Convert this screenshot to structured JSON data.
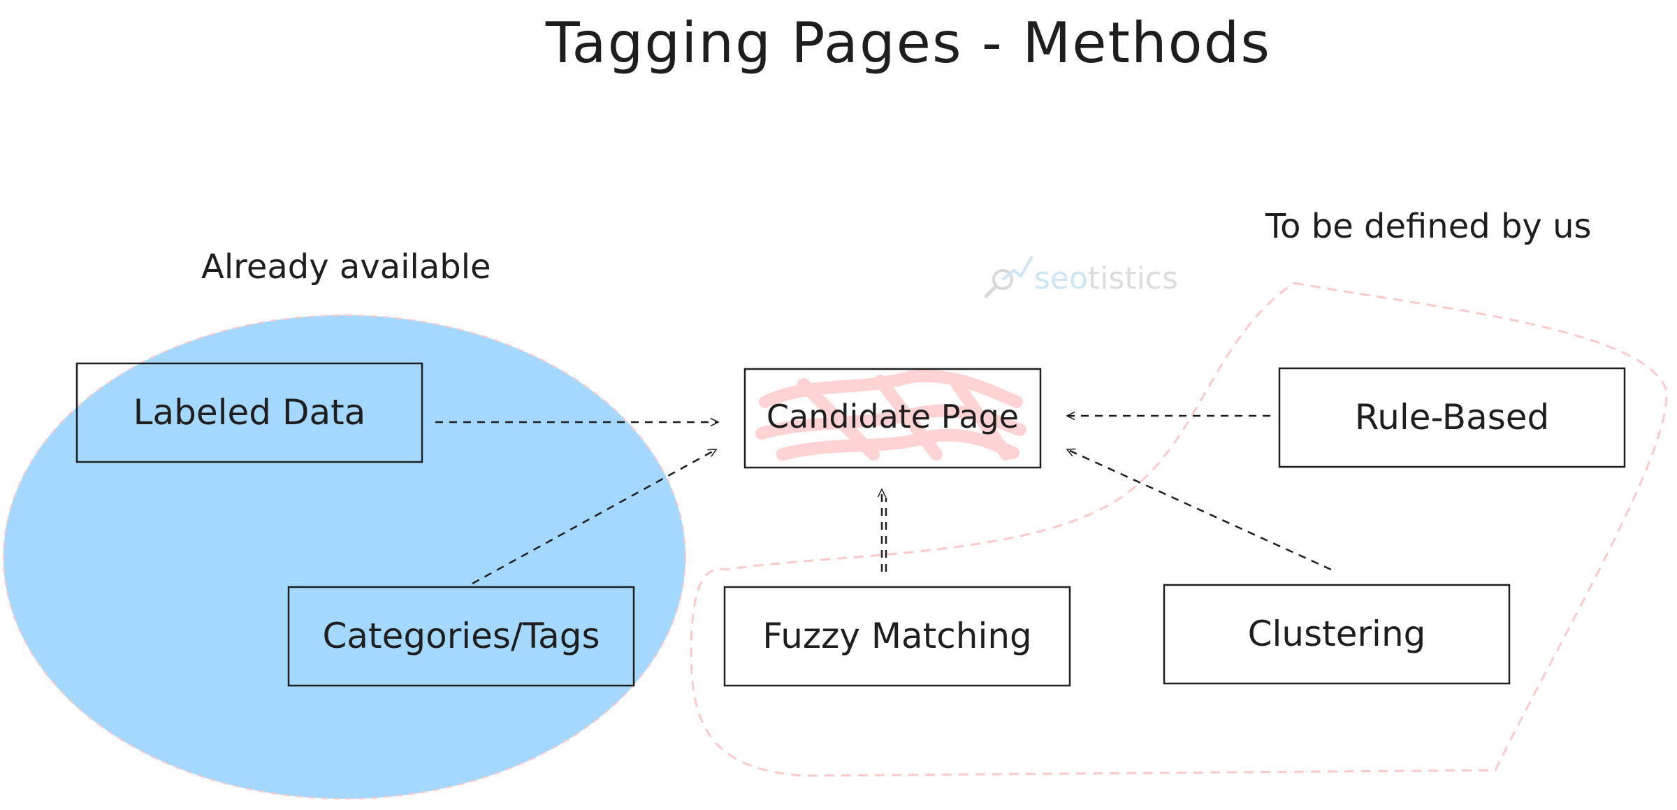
{
  "title": "Tagging Pages - Methods",
  "sections": {
    "available": "Already available",
    "to_define": "To be defined by us"
  },
  "boxes": {
    "labeled_data": "Labeled Data",
    "categories_tags": "Categories/Tags",
    "candidate_page": "Candidate Page",
    "rule_based": "Rule-Based",
    "fuzzy_matching": "Fuzzy Matching",
    "clustering": "Clustering"
  },
  "watermark": {
    "part_a": "seo",
    "part_b": "tistics"
  },
  "colors": {
    "ellipse_fill": "#a5d8ff",
    "dashed_region": "#ffc9c9",
    "stroke": "#1e1e1e",
    "highlight": "#ffc9c9"
  }
}
